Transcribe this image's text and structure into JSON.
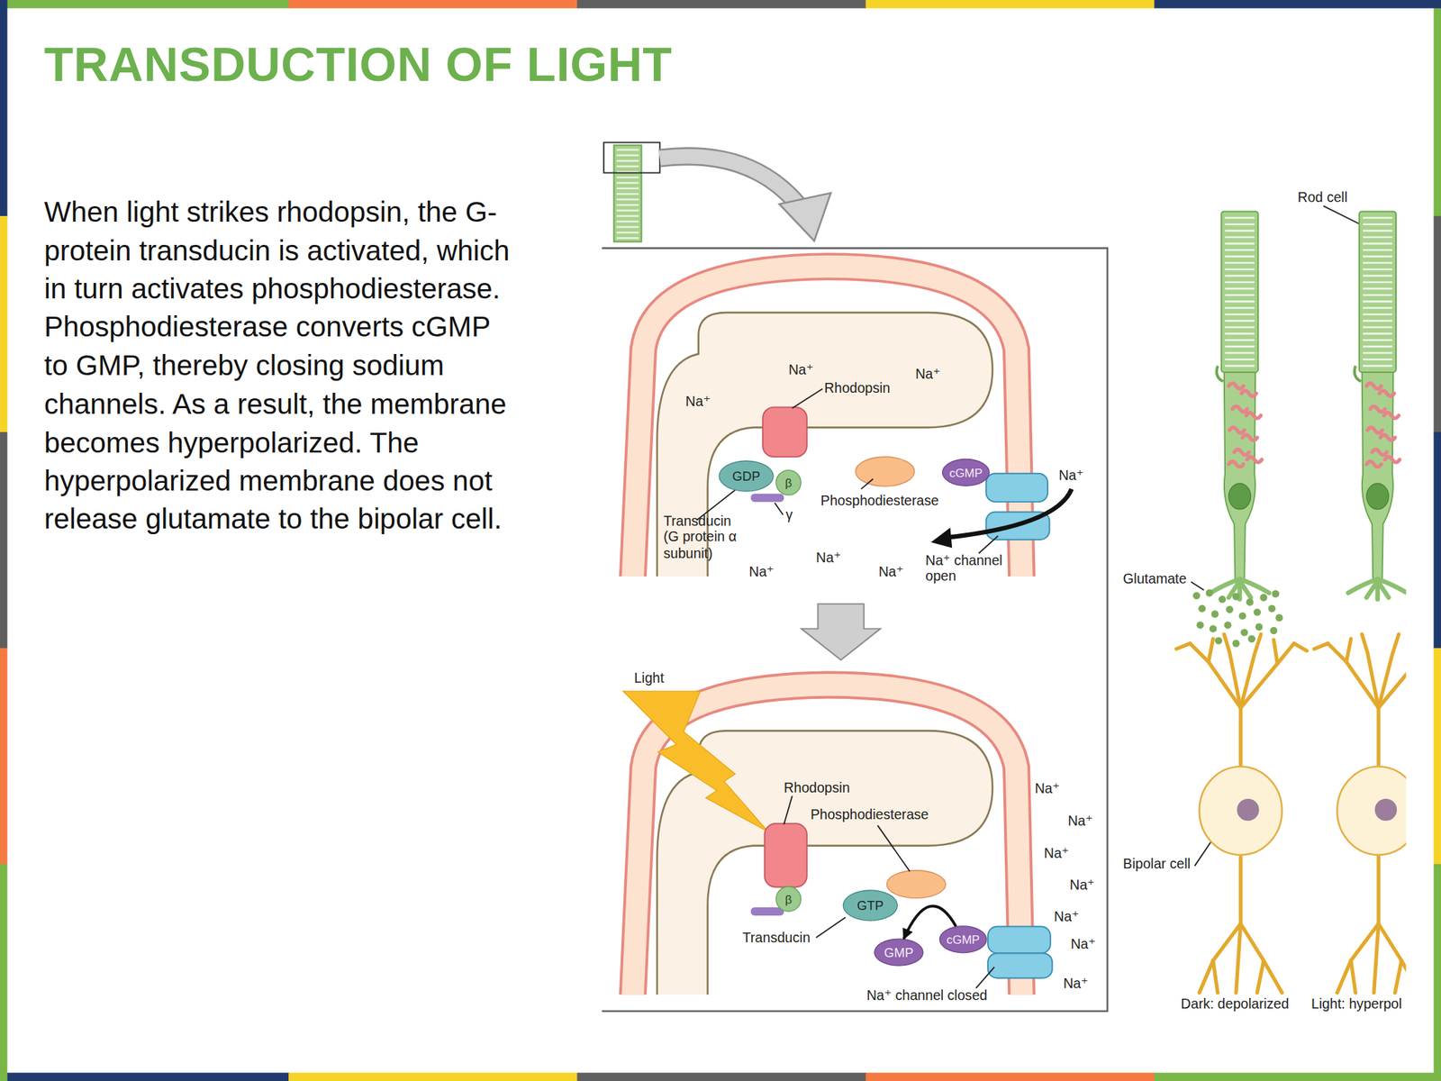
{
  "diagram": {
    "title": "TRANSDUCTION OF LIGHT",
    "nodes": [
      {
        "text": [
          "GDP"
        ]
      },
      {
        "text": [
          "β"
        ]
      },
      {
        "text": [
          "cGMP"
        ]
      },
      {
        "text": [
          "β"
        ]
      },
      {
        "text": [
          "GTP"
        ]
      },
      {
        "text": [
          "cGMP"
        ]
      },
      {
        "text": [
          "GMP"
        ]
      }
    ],
    "edges": [
      {
        "from": 5,
        "to": 6,
        "arrow": "to"
      }
    ],
    "labels": [
      "When light strikes rhodopsin, the G-protein transducin is activated, which in turn activates phosphodiesterase. Phosphodiesterase converts cGMP to GMP, thereby closing sodium channels. As a result, the membrane becomes hyperpolarized. The hyperpolarized membrane does not release glutamate to the bipolar cell.",
      "Na⁺",
      "Na⁺",
      "Na⁺",
      "Rhodopsin",
      "Na⁺",
      "Transducin (G protein α subunit)",
      "γ",
      "Phosphodiesterase",
      "Na⁺",
      "Na⁺",
      "Na⁺",
      "Na⁺ channel open",
      "Light",
      "Rhodopsin",
      "Phosphodiesterase",
      "Transducin",
      "Na⁺ channel closed",
      "Na⁺",
      "Na⁺",
      "Na⁺",
      "Na⁺",
      "Na⁺",
      "Na⁺",
      "Na⁺",
      "Rod cell",
      "Glutamate",
      "Bipolar cell",
      "Dark: depolarized",
      "Light: hyperpol"
    ]
  }
}
